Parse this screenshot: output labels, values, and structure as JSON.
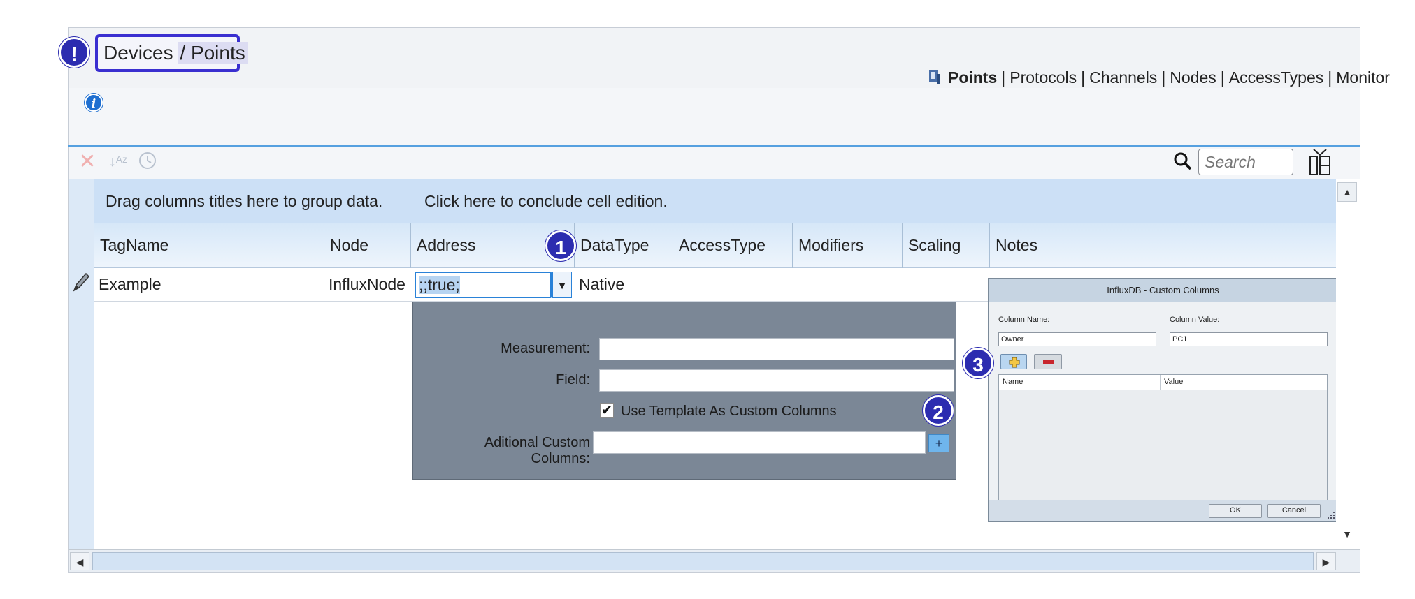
{
  "breadcrumb": {
    "parent": "Devices",
    "separator": "/",
    "current": "Points"
  },
  "badges": {
    "alert": "!",
    "step1": "1",
    "step2": "2",
    "step3": "3"
  },
  "nav": {
    "active": "Points",
    "items": [
      "Protocols",
      "Channels",
      "Nodes",
      "AccessTypes",
      "Monitor"
    ],
    "separator": "|"
  },
  "info_icon": "i",
  "toolbar": {
    "delete_icon": "close-icon",
    "sort_icon": "sort-az-icon",
    "history_icon": "history-icon",
    "search_placeholder": "Search"
  },
  "grid": {
    "group_hint": "Drag columns titles here to group data.",
    "edit_hint": "Click here to conclude cell edition.",
    "columns": [
      "TagName",
      "Node",
      "Address",
      "DataType",
      "AccessType",
      "Modifiers",
      "Scaling",
      "Notes"
    ],
    "row": {
      "tagname": "Example",
      "node": "InfluxNode",
      "address": ";;true;",
      "datatype": "Native"
    }
  },
  "editor": {
    "measurement_label": "Measurement:",
    "field_label": "Field:",
    "use_template_label": "Use Template As Custom Columns",
    "use_template_checked": "✔",
    "additional_label": "Aditional Custom Columns:",
    "add_button": "+"
  },
  "dialog": {
    "title": "InfluxDB - Custom Columns",
    "column_name_label": "Column Name:",
    "column_value_label": "Column Value:",
    "column_name_value": "Owner",
    "column_value_value": "PC1",
    "list_headers": [
      "Name",
      "Value"
    ],
    "ok": "OK",
    "cancel": "Cancel"
  },
  "colors": {
    "accent": "#2c2cb0",
    "header_line": "#55a0e0",
    "popup": "#7b8796"
  }
}
